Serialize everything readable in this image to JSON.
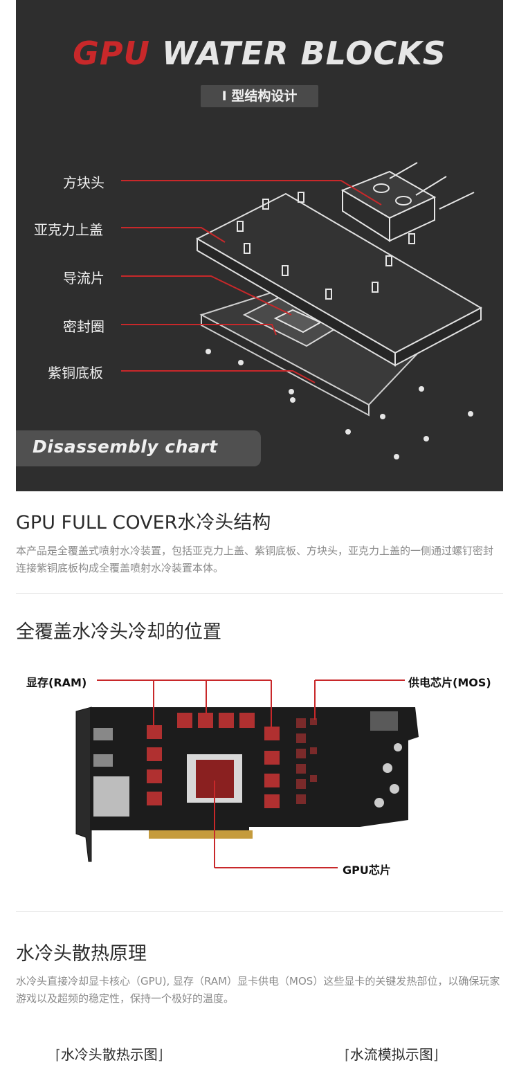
{
  "hero": {
    "title_red": "GPU",
    "title_white": " WATER BLOCKS",
    "badge": "I 型结构设计",
    "labels": [
      "方块头",
      "亚克力上盖",
      "导流片",
      "密封圈",
      "紫铜底板"
    ],
    "disassembly": "Disassembly chart"
  },
  "structure": {
    "heading": "GPU FULL COVER水冷头结构",
    "text": "本产品是全覆盖式喷射水冷装置，包括亚克力上盖、紫铜底板、方块头，亚克力上盖的一侧通过螺钉密封连接紫铜底板构成全覆盖喷射水冷装置本体。"
  },
  "position": {
    "heading": "全覆盖水冷头冷却的位置",
    "ram_label": "显存(RAM)",
    "mos_label": "供电芯片(MOS)",
    "gpu_label": "GPU芯片"
  },
  "principle": {
    "heading": "水冷头散热原理",
    "text": "水冷头直接冷却显卡核心（GPU), 显存（RAM）显卡供电（MOS）这些显卡的关键发热部位，以确保玩家游戏以及超频的稳定性，保持一个极好的温度。"
  },
  "captions": {
    "left": "水冷头散热示图",
    "right": "水流模拟示图"
  },
  "colors": {
    "accent_red": "#c8282a",
    "hero_bg": "#2e2e2e",
    "board_black": "#1c1c1c",
    "chip_red": "#b03030"
  }
}
